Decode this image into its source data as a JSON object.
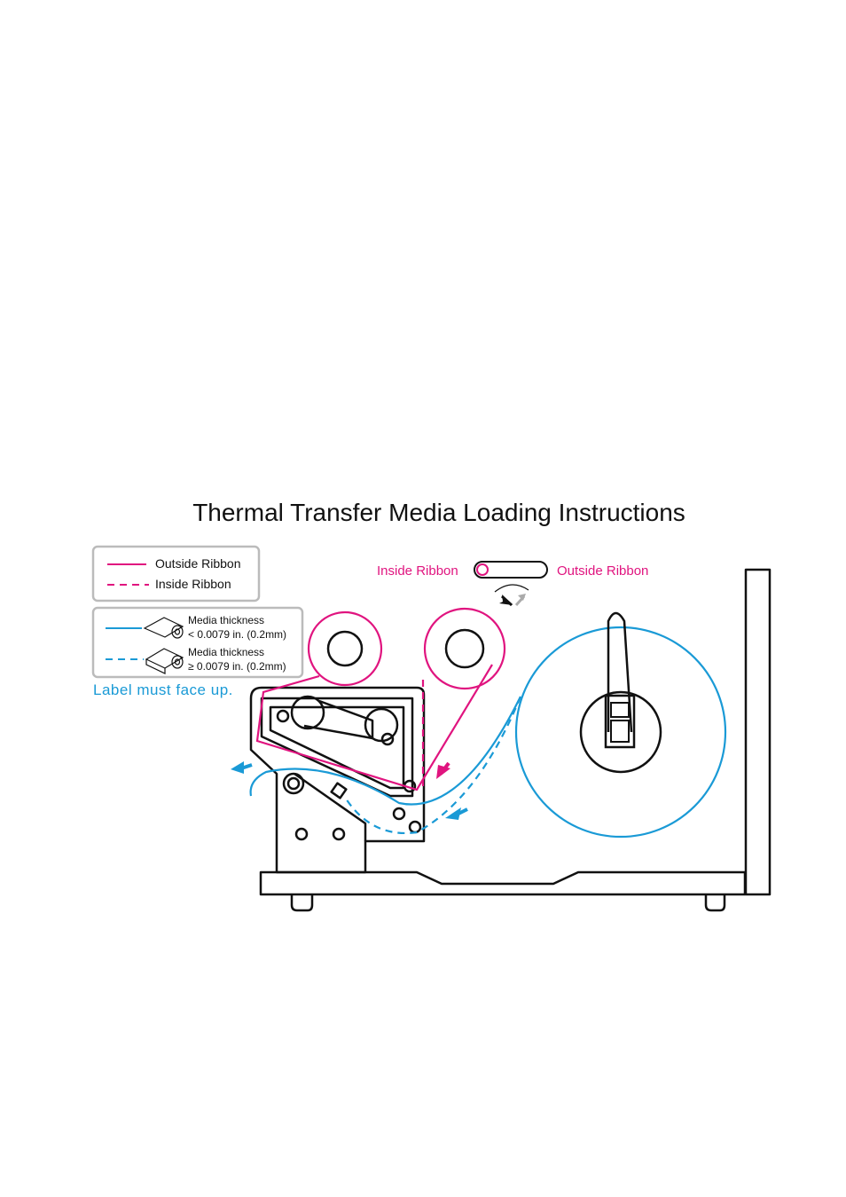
{
  "title": "Thermal Transfer Media Loading Instructions",
  "legend": {
    "ribbon": {
      "outside": "Outside Ribbon",
      "inside": "Inside Ribbon"
    },
    "media": {
      "thin_label": "Media thickness",
      "thin_value": "< 0.0079 in. (0.2mm)",
      "thick_label": "Media thickness",
      "thick_value": "≥ 0.0079 in. (0.2mm)"
    },
    "note": "Label must face up."
  },
  "switch": {
    "left_label": "Inside Ribbon",
    "right_label": "Outside Ribbon"
  },
  "colors": {
    "ribbon": "#e0147f",
    "media": "#1a9ad6",
    "outline": "#111111",
    "legend_border": "#bbbbbb"
  }
}
